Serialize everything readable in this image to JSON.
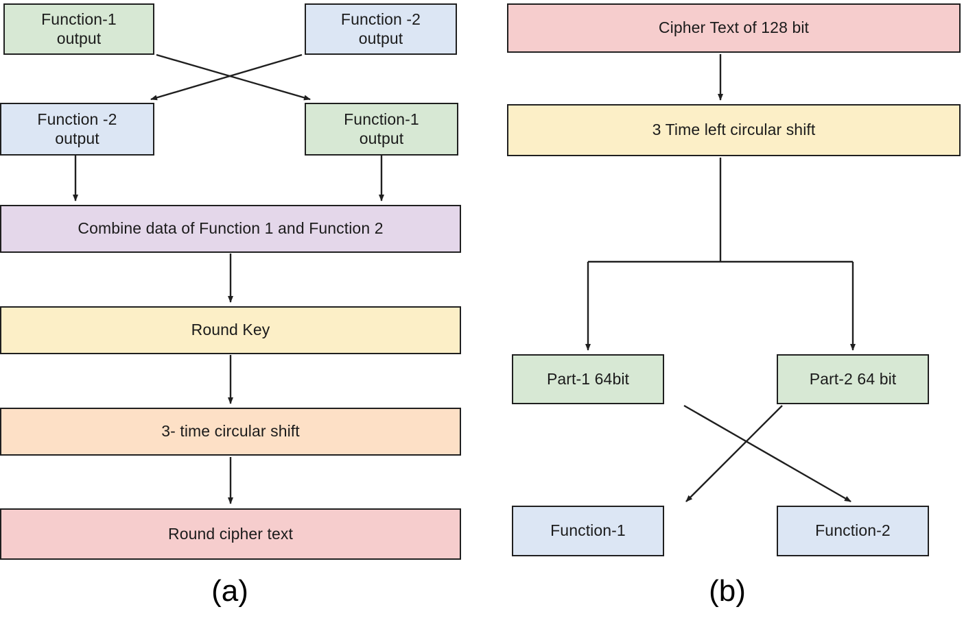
{
  "figure": {
    "type": "flowchart",
    "panels": [
      {
        "id": "a",
        "caption": "(a)",
        "nodes": [
          {
            "id": "a1",
            "label": "Function-1\noutput",
            "color": "#d7e8d4"
          },
          {
            "id": "a2",
            "label": "Function -2\noutput",
            "color": "#dce6f4"
          },
          {
            "id": "a3",
            "label": "Function -2\noutput",
            "color": "#dce6f4"
          },
          {
            "id": "a4",
            "label": "Function-1\noutput",
            "color": "#d7e8d4"
          },
          {
            "id": "a5",
            "label": "Combine data of Function 1 and Function 2",
            "color": "#e4d7ea"
          },
          {
            "id": "a6",
            "label": "Round Key",
            "color": "#fcefc7"
          },
          {
            "id": "a7",
            "label": "3- time circular shift",
            "color": "#fde0c6"
          },
          {
            "id": "a8",
            "label": "Round cipher text",
            "color": "#f6cdcd"
          }
        ],
        "edges": [
          {
            "from": "a1",
            "to": "a3",
            "style": "crossed-arrow"
          },
          {
            "from": "a2",
            "to": "a4",
            "style": "crossed-arrow"
          },
          {
            "from": "a3",
            "to": "a5",
            "style": "straight-arrow"
          },
          {
            "from": "a4",
            "to": "a5",
            "style": "straight-arrow"
          },
          {
            "from": "a5",
            "to": "a6",
            "style": "straight-arrow"
          },
          {
            "from": "a6",
            "to": "a7",
            "style": "straight-arrow"
          },
          {
            "from": "a7",
            "to": "a8",
            "style": "straight-arrow"
          }
        ]
      },
      {
        "id": "b",
        "caption": "(b)",
        "nodes": [
          {
            "id": "b1",
            "label": "Cipher Text of 128 bit",
            "color": "#f6cdcd"
          },
          {
            "id": "b2",
            "label": "3 Time left circular shift",
            "color": "#fcefc7"
          },
          {
            "id": "b3",
            "label": "Part-1 64bit",
            "color": "#d7e8d4"
          },
          {
            "id": "b4",
            "label": "Part-2 64 bit",
            "color": "#d7e8d4"
          },
          {
            "id": "b5",
            "label": "Function-1",
            "color": "#dce6f4"
          },
          {
            "id": "b6",
            "label": "Function-2",
            "color": "#dce6f4"
          }
        ],
        "edges": [
          {
            "from": "b1",
            "to": "b2",
            "style": "straight-arrow"
          },
          {
            "from": "b2",
            "to": "b3",
            "style": "split-arrow"
          },
          {
            "from": "b2",
            "to": "b4",
            "style": "split-arrow"
          },
          {
            "from": "b3",
            "to": "b6",
            "style": "crossed-arrow"
          },
          {
            "from": "b4",
            "to": "b5",
            "style": "crossed-arrow"
          }
        ]
      }
    ]
  },
  "colors": {
    "stroke": "#1f1f1f",
    "background": "#ffffff",
    "green": "#d7e8d4",
    "blue": "#dce6f4",
    "purple": "#e4d7ea",
    "yellow": "#fcefc7",
    "orange": "#fde0c6",
    "pink": "#f6cdcd"
  }
}
